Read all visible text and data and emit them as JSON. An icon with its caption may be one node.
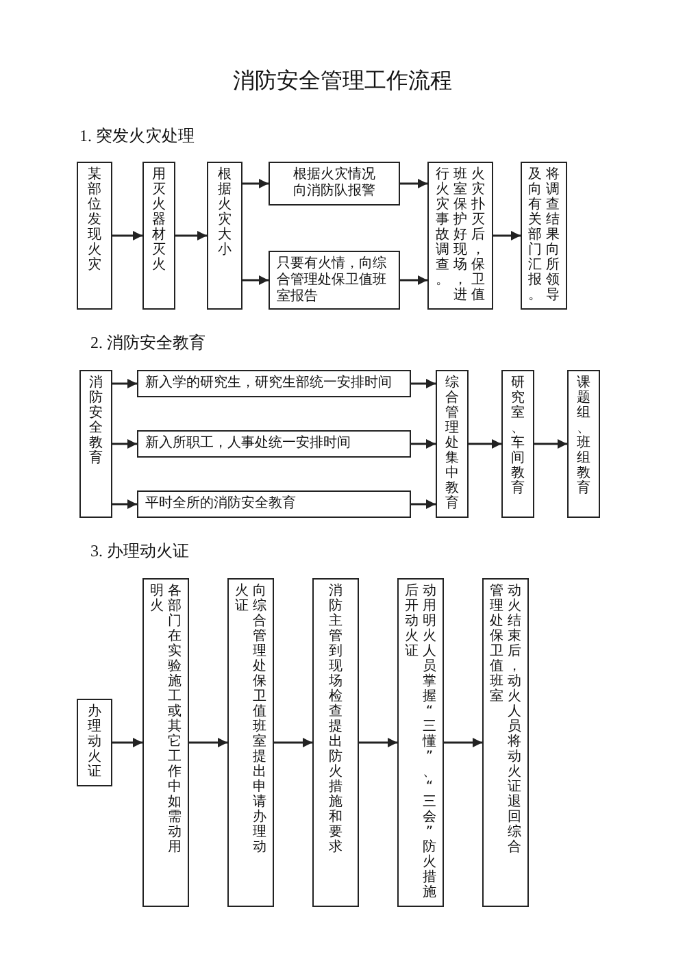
{
  "diagram": {
    "title": "消防安全管理工作流程",
    "nodes": [
      {
        "text": [
          "某部位发现火灾"
        ]
      },
      {
        "text": [
          "用灭火器材灭火"
        ]
      },
      {
        "text": [
          "根据火灾大小"
        ]
      },
      {
        "text": [
          "根据火灾情况向消防队报警"
        ]
      },
      {
        "text": [
          "只要有火情，向综合管理处保卫值班室报告"
        ]
      },
      {
        "text": [
          "火灾扑灭后，保卫值班室保护好现场，进行火灾事故调查。"
        ]
      },
      {
        "text": [
          "将调查结果向所领导及向有关部门汇报。"
        ]
      },
      {
        "text": [
          "消防安全教育"
        ]
      },
      {
        "text": [
          "新入学的研究生，研究生部统一安排时间"
        ]
      },
      {
        "text": [
          "新入所职工，人事处统一安排时间"
        ]
      },
      {
        "text": [
          "平时全所的消防安全教育"
        ]
      },
      {
        "text": [
          "综合管理处集中教育"
        ]
      },
      {
        "text": [
          "研究室、车间教育"
        ]
      },
      {
        "text": [
          "课题组、班组教育"
        ]
      },
      {
        "text": [
          "办理动火证"
        ]
      },
      {
        "text": [
          "各部门在实验施工或其它工作中如需动用明火"
        ]
      },
      {
        "text": [
          "向综合管理处保卫值班室提出申请办理动火证"
        ]
      },
      {
        "text": [
          "消防主管到现场检查提出防火措施和要求"
        ]
      },
      {
        "text": [
          "动用明火人员掌握“三懂”、“三会”防火措施后开动火证"
        ]
      },
      {
        "text": [
          "动火结束后，动火人员将动火证退回综合管理处保卫值班室"
        ]
      }
    ],
    "edges": [
      {
        "from": 0,
        "to": 1,
        "arrow": "to"
      },
      {
        "from": 1,
        "to": 2,
        "arrow": "to"
      },
      {
        "from": 2,
        "to": 3,
        "arrow": "to"
      },
      {
        "from": 2,
        "to": 4,
        "arrow": "to"
      },
      {
        "from": 3,
        "to": 5,
        "arrow": "to"
      },
      {
        "from": 4,
        "to": 5,
        "arrow": "to"
      },
      {
        "from": 5,
        "to": 6,
        "arrow": "to"
      },
      {
        "from": 7,
        "to": 8,
        "arrow": "to"
      },
      {
        "from": 7,
        "to": 9,
        "arrow": "to"
      },
      {
        "from": 7,
        "to": 10,
        "arrow": "to"
      },
      {
        "from": 8,
        "to": 11,
        "arrow": "to"
      },
      {
        "from": 9,
        "to": 11,
        "arrow": "to"
      },
      {
        "from": 10,
        "to": 11,
        "arrow": "to"
      },
      {
        "from": 11,
        "to": 12,
        "arrow": "to"
      },
      {
        "from": 12,
        "to": 13,
        "arrow": "to"
      },
      {
        "from": 14,
        "to": 15,
        "arrow": "to"
      },
      {
        "from": 15,
        "to": 16,
        "arrow": "to"
      },
      {
        "from": 16,
        "to": 17,
        "arrow": "to"
      },
      {
        "from": 17,
        "to": 18,
        "arrow": "to"
      },
      {
        "from": 18,
        "to": 19,
        "arrow": "to"
      }
    ],
    "labels": [
      "1. 突发火灾处理",
      "2. 消防安全教育",
      "3. 办理动火证"
    ]
  }
}
